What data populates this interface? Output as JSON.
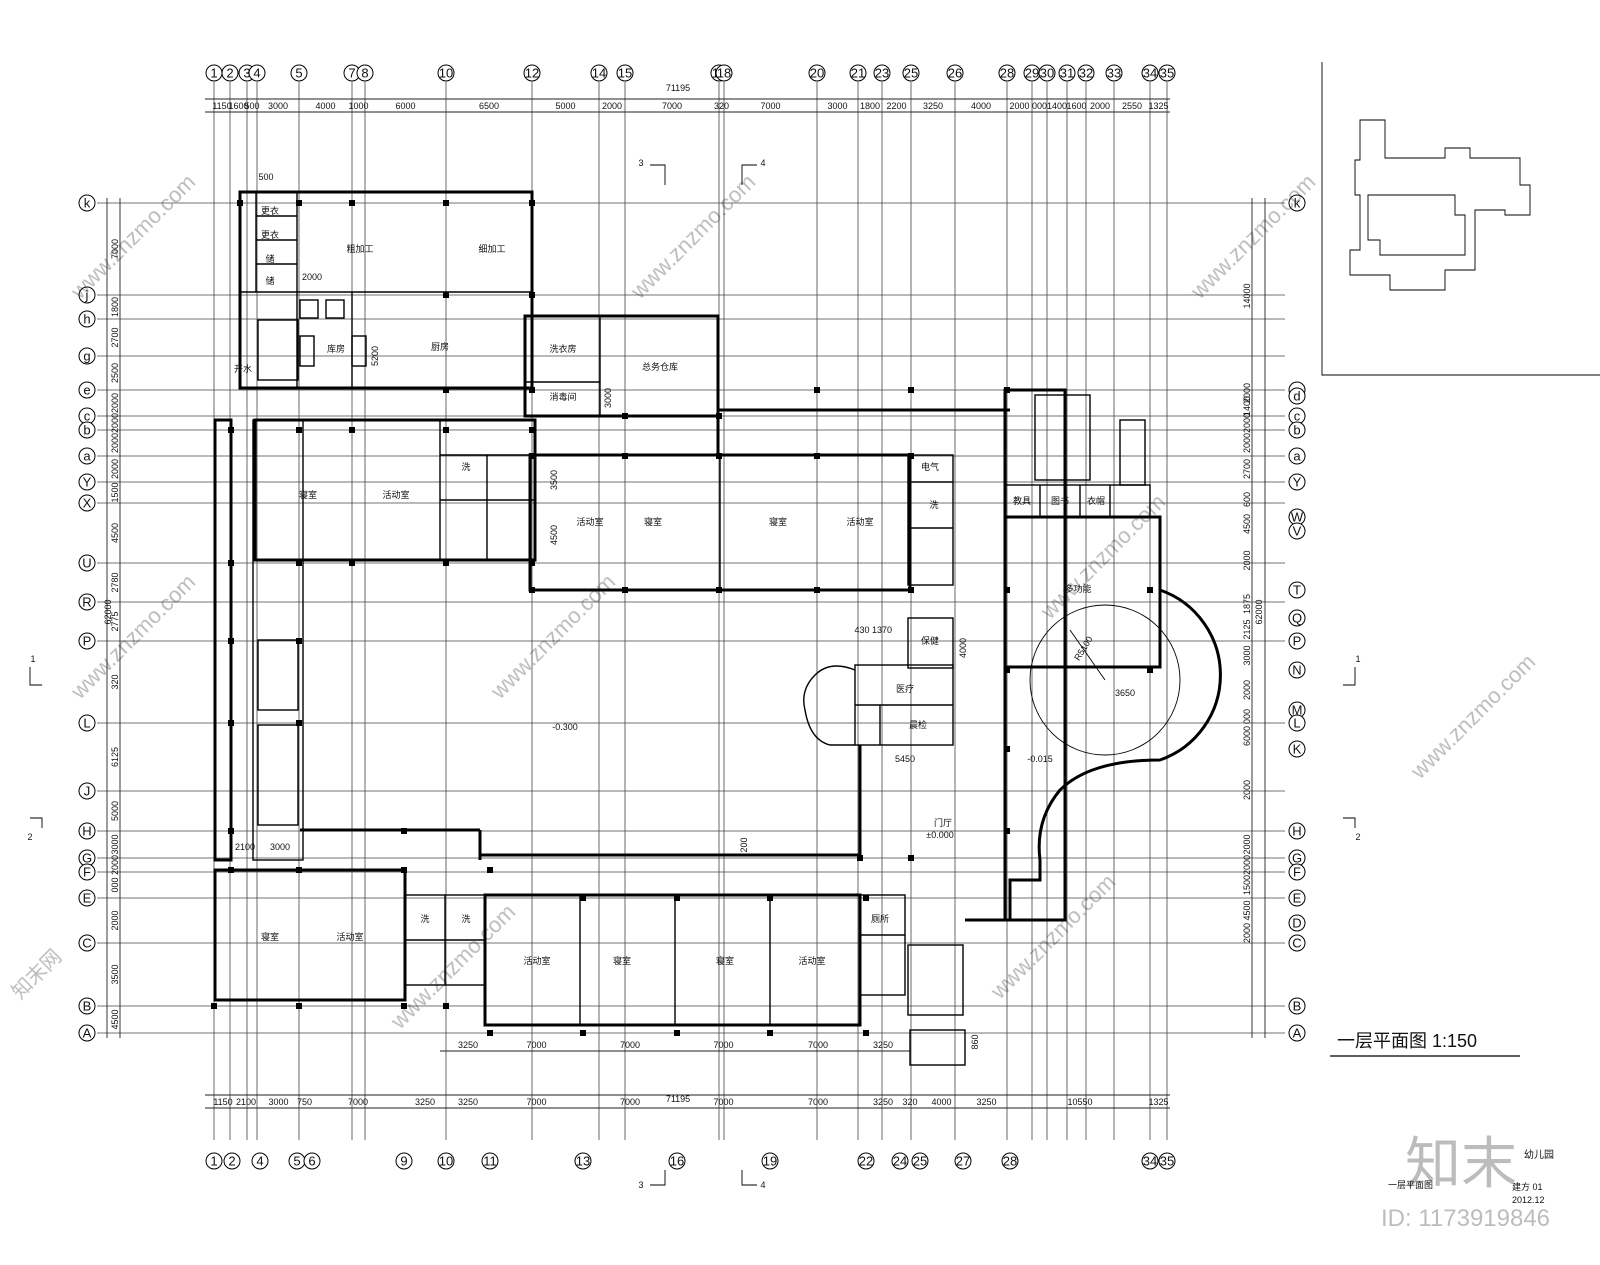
{
  "title": "一层平面图  1:150",
  "overall_width": "71195",
  "overall_height": "62000",
  "axes_x_top": [
    "1",
    "2",
    "3",
    "4",
    "5",
    "7",
    "8",
    "10",
    "12",
    "14",
    "15",
    "17",
    "18",
    "20",
    "21",
    "23",
    "25",
    "26",
    "28",
    "29",
    "30",
    "31",
    "32",
    "33",
    "34",
    "35"
  ],
  "axes_x_bottom": [
    "1",
    "2",
    "4",
    "5",
    "6",
    "9",
    "10",
    "11",
    "13",
    "16",
    "19",
    "22",
    "24",
    "25",
    "27",
    "28",
    "34",
    "35"
  ],
  "axes_y": [
    "k",
    "j",
    "h",
    "g",
    "e",
    "c",
    "b",
    "a",
    "Y",
    "X",
    "U",
    "R",
    "P",
    "L",
    "J",
    "H",
    "G",
    "F",
    "E",
    "C",
    "B",
    "A"
  ],
  "axes_y_right": [
    "k",
    "e",
    "d",
    "c",
    "b",
    "a",
    "Y",
    "W",
    "V",
    "T",
    "Q",
    "P",
    "N",
    "M",
    "L",
    "K",
    "H",
    "G",
    "F",
    "E",
    "D",
    "C",
    "B",
    "A"
  ],
  "dims_top": [
    "1150",
    "1600",
    "500",
    "3000",
    "4000",
    "1000",
    "6000",
    "6500",
    "5000",
    "2000",
    "7000",
    "320",
    "7000",
    "3000",
    "1800",
    "2200",
    "3250",
    "4000",
    "2000",
    "000",
    "1400",
    "1600",
    "2000",
    "2550",
    "1325"
  ],
  "dims_bottom": [
    "1150",
    "2100",
    "3000",
    "750",
    "7000",
    "3250",
    "3250",
    "7000",
    "7000",
    "7000",
    "7000",
    "3250",
    "320",
    "4000",
    "3250",
    "10550",
    "1325"
  ],
  "dims_bottom_inner": [
    "3250",
    "7000",
    "7000",
    "7000",
    "7000",
    "3250"
  ],
  "dims_left": [
    "7000",
    "1800",
    "2700",
    "2500",
    "2000",
    "2000",
    "2000",
    "2000",
    "1500",
    "4500",
    "2780",
    "2775",
    "320",
    "6125",
    "5000",
    "3000",
    "2000",
    "000",
    "2000",
    "3500",
    "4500",
    "2000"
  ],
  "dims_right": [
    "14000",
    "2000",
    "1400",
    "2000",
    "2000",
    "2700",
    "600",
    "4500",
    "2000",
    "1875",
    "2125",
    "3000",
    "2000",
    "000",
    "6000",
    "2000",
    "2000",
    "2000",
    "1500",
    "4500",
    "2000"
  ],
  "rooms": [
    "更衣",
    "更衣",
    "储",
    "储",
    "粗加工",
    "细加工",
    "厨房",
    "库房",
    "开水",
    "洗衣房",
    "总务仓库",
    "消毒间",
    "寝室",
    "活动室",
    "洗",
    "活动室",
    "寝室",
    "寝室",
    "活动室",
    "电气",
    "洗",
    "多功能",
    "保健",
    "医疗",
    "晨检",
    "门厅",
    "教具",
    "图书",
    "衣帽",
    "寝室",
    "活动室",
    "洗",
    "洗",
    "活动室",
    "寝室",
    "寝室",
    "活动室",
    "厕所"
  ],
  "annotations": [
    "-0.300",
    "-0.015",
    "±0.000",
    "R5100",
    "3650",
    "5450",
    "430",
    "1370",
    "4000",
    "3000",
    "5200",
    "3500",
    "4500",
    "2000",
    "2100",
    "3000",
    "500",
    "200",
    "860"
  ],
  "sections": [
    "1",
    "1",
    "2",
    "2",
    "3",
    "3",
    "4",
    "4"
  ],
  "legend_box": [
    "幼儿园",
    "一层平面图",
    "建方 01",
    "2012.12"
  ],
  "watermark": [
    "知末",
    "ID: 1173919846",
    "www.znzmo.com",
    "知末网"
  ]
}
